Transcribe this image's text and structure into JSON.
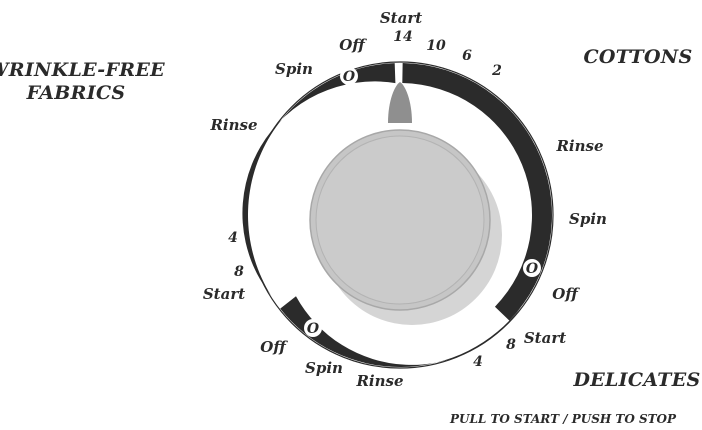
{
  "colors": {
    "band": "#2b2b2b",
    "ring": "#ffffff",
    "knob": "#c6c6c6",
    "knob_inner": "#d0d0d0",
    "knob_shadow": "#d5d5d5",
    "pointer": "#8f8f8f",
    "text": "#2a2a2a"
  },
  "labels": {
    "wrinkle_free": [
      "WRINKLE-FREE",
      "FABRICS"
    ],
    "cottons": "COTTONS",
    "delicates": "DELICATES",
    "instructions": "PULL TO START / PUSH TO STOP"
  },
  "cottons_marks": {
    "start": "Start",
    "n14": "14",
    "n10": "10",
    "n6": "6",
    "n2": "2",
    "rinse": "Rinse",
    "spin": "Spin",
    "off": "Off"
  },
  "wrinkle_marks": {
    "off": "Off",
    "spin": "Spin",
    "rinse": "Rinse",
    "n4": "4",
    "n8": "8",
    "start": "Start"
  },
  "delicates_marks": {
    "off": "Off",
    "spin": "Spin",
    "rinse": "Rinse",
    "n4": "4",
    "n8": "8",
    "start": "Start"
  },
  "off_symbol": "O"
}
